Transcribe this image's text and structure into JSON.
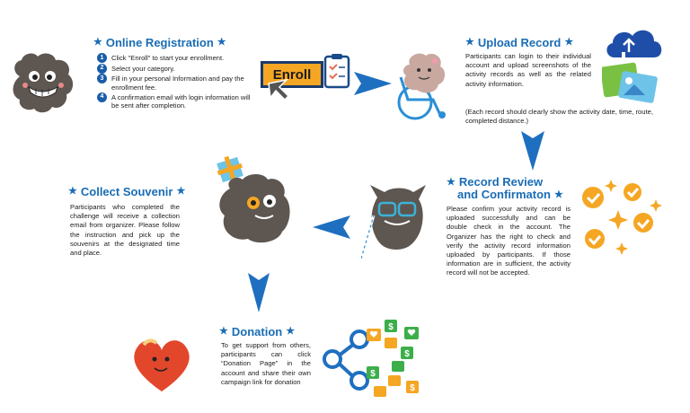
{
  "online_registration": {
    "title": "Online Registration",
    "steps": [
      {
        "num": "1",
        "text": "Click \"Enroll\" to start your enrollment."
      },
      {
        "num": "2",
        "text": "Select your category."
      },
      {
        "num": "3",
        "text": "Fill in your personal Information and pay the enrollment fee."
      },
      {
        "num": "4",
        "text": "A confirmation email with login information will be sent after completion."
      }
    ],
    "enroll_label": "Enroll"
  },
  "upload_record": {
    "title": "Upload Record",
    "text": "Participants can login to their individual account and upload screenshots of the activity records as well as the related activity information.",
    "note": "(Each record should clearly show the activity date, time, route, completed distance.)"
  },
  "record_review": {
    "title_line1": "Record Review",
    "title_line2": "and Confirmaton",
    "text": "Please confirm your activity record is uploaded successfully and can be double check in the account.  The Organizer has the right to check and verify the activity record information uploaded by participants. If those information are in sufficient, the activity record will not be accepted."
  },
  "collect_souvenir": {
    "title": "Collect Souvenir",
    "text": "Participants who completed the challenge will receive a collection email from organizer. Please follow the instruction and pick up the souvenirs at the designated time and place."
  },
  "donation": {
    "title": "Donation",
    "text": "To get support from others, participants can click “Donation Page” in the account and share their own campaign link for donation"
  },
  "colors": {
    "title_blue": "#1a6db5",
    "arrow_blue": "#1f6fc0",
    "enroll_orange": "#f5a623",
    "check_orange": "#f5a623"
  },
  "icons": [
    "star-icon",
    "monster-icon",
    "clipboard-icon",
    "cursor-icon",
    "cloud-upload-icon",
    "photo-icon",
    "check-badge-icon",
    "share-icon",
    "dollar-icon",
    "heart-icon",
    "gift-icon"
  ]
}
